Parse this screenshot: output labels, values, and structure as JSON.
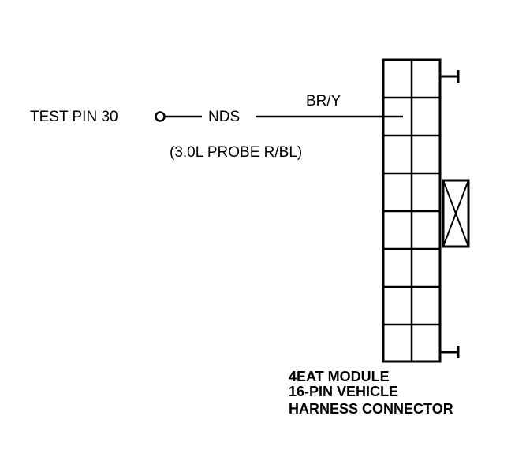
{
  "diagram": {
    "test_pin_label": "TEST PIN 30",
    "signal_label": "NDS",
    "wire_color": "BR/Y",
    "probe_note": "(3.0L PROBE R/BL)",
    "connector_caption": {
      "line1": "4EAT MODULE",
      "line2": "16-PIN VEHICLE",
      "line3": "HARNESS CONNECTOR"
    },
    "connector_pin_count": 16,
    "line_color": "#000000",
    "background_color": "#ffffff"
  }
}
